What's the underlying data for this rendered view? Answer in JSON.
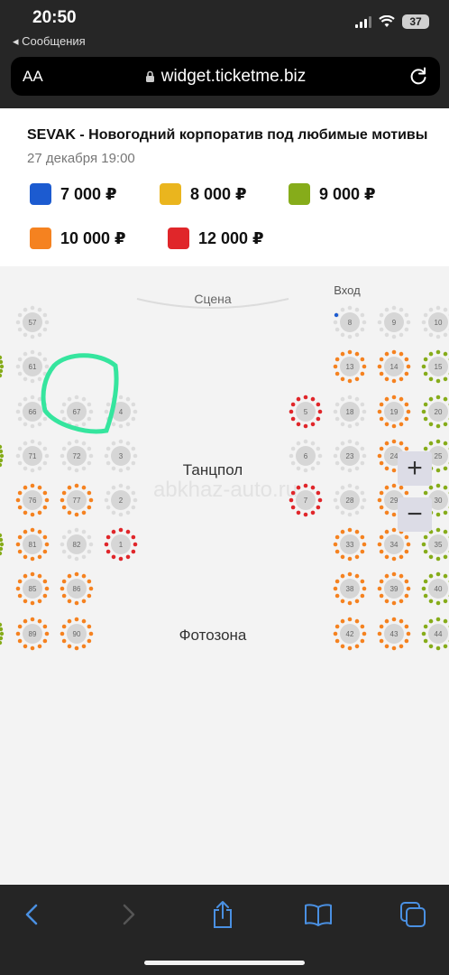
{
  "status": {
    "time": "20:50",
    "back_app": "◂ Сообщения",
    "battery": "37"
  },
  "browser": {
    "aa_label": "AA",
    "url": "widget.ticketme.biz"
  },
  "event": {
    "title": "SEVAK - Новогодний корпоратив под любимые мотивы",
    "date": "27 декабря 19:00"
  },
  "colors": {
    "blue": "#1c5bd0",
    "yellow": "#eab51e",
    "green": "#86ac1a",
    "orange": "#f58220",
    "red": "#e0262a",
    "grey": "#d2d2d2",
    "annotation": "#35e59e"
  },
  "price_legend": [
    {
      "price": "7 000 ₽",
      "color": "blue"
    },
    {
      "price": "8 000 ₽",
      "color": "yellow"
    },
    {
      "price": "9 000 ₽",
      "color": "green"
    },
    {
      "price": "10 000 ₽",
      "color": "orange"
    },
    {
      "price": "12 000 ₽",
      "color": "red"
    }
  ],
  "zones": {
    "stage": "Сцена",
    "entrance": "Вход",
    "dance_floor": "Танцпол",
    "photo_zone": "Фотозона"
  },
  "watermark": "abkhaz-auto.ru",
  "tables": [
    {
      "n": "57",
      "status": "grey"
    },
    {
      "n": "61",
      "status": "grey"
    },
    {
      "n": "66",
      "status": "grey"
    },
    {
      "n": "67",
      "status": "grey"
    },
    {
      "n": "4",
      "status": "grey"
    },
    {
      "n": "71",
      "status": "grey"
    },
    {
      "n": "72",
      "status": "grey"
    },
    {
      "n": "3",
      "status": "grey"
    },
    {
      "n": "76",
      "status": "orange"
    },
    {
      "n": "77",
      "status": "orange"
    },
    {
      "n": "2",
      "status": "grey"
    },
    {
      "n": "81",
      "status": "orange"
    },
    {
      "n": "82",
      "status": "grey"
    },
    {
      "n": "1",
      "status": "red"
    },
    {
      "n": "85",
      "status": "orange"
    },
    {
      "n": "86",
      "status": "orange"
    },
    {
      "n": "89",
      "status": "orange"
    },
    {
      "n": "90",
      "status": "orange"
    },
    {
      "n": "5",
      "status": "red"
    },
    {
      "n": "6",
      "status": "grey"
    },
    {
      "n": "7",
      "status": "red"
    },
    {
      "n": "8",
      "status": "grey"
    },
    {
      "n": "9",
      "status": "grey"
    },
    {
      "n": "10",
      "status": "grey"
    },
    {
      "n": "13",
      "status": "orange"
    },
    {
      "n": "14",
      "status": "orange"
    },
    {
      "n": "15",
      "status": "green"
    },
    {
      "n": "18",
      "status": "grey"
    },
    {
      "n": "19",
      "status": "orange"
    },
    {
      "n": "20",
      "status": "green"
    },
    {
      "n": "23",
      "status": "grey"
    },
    {
      "n": "24",
      "status": "orange"
    },
    {
      "n": "25",
      "status": "green"
    },
    {
      "n": "28",
      "status": "grey"
    },
    {
      "n": "29",
      "status": "orange"
    },
    {
      "n": "30",
      "status": "green"
    },
    {
      "n": "33",
      "status": "orange"
    },
    {
      "n": "34",
      "status": "orange"
    },
    {
      "n": "35",
      "status": "green"
    },
    {
      "n": "38",
      "status": "orange"
    },
    {
      "n": "39",
      "status": "orange"
    },
    {
      "n": "40",
      "status": "green"
    },
    {
      "n": "42",
      "status": "orange"
    },
    {
      "n": "43",
      "status": "orange"
    },
    {
      "n": "44",
      "status": "green"
    }
  ],
  "zoom": {
    "in": "+",
    "out": "−"
  }
}
